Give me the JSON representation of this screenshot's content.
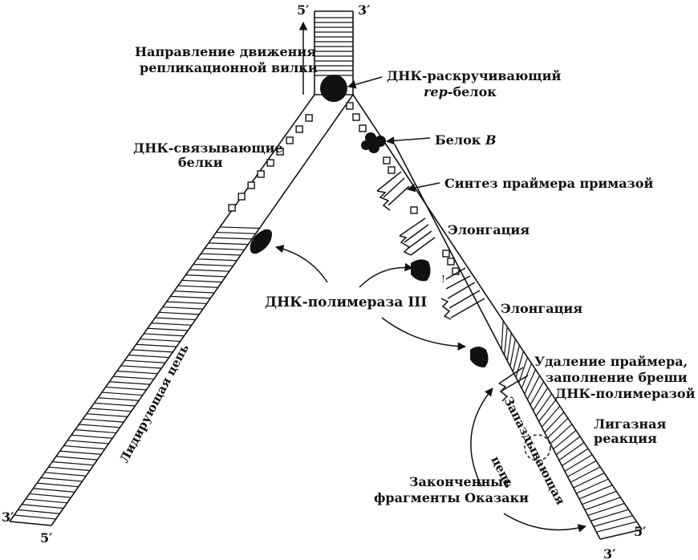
{
  "strand_ends": {
    "top_left": "5′",
    "top_right": "3′",
    "bottom_left_3": "3′",
    "bottom_left_5": "5′",
    "bottom_right_5": "5′",
    "bottom_right_3": "3′"
  },
  "labels": {
    "fork_direction_line1": "Направление движения",
    "fork_direction_line2": "репликационной вилки",
    "rep_protein_line1": "ДНК-раскручивающий",
    "rep_protein_italic": "rep",
    "rep_protein_line2_rest": "-белок",
    "protein_b": "Белок ",
    "protein_b_letter": "B",
    "ssb_line1": "ДНК-связывающие",
    "ssb_line2": "белки",
    "primer_synthesis": "Синтез праймера примазой",
    "elongation_1": "Элонгация",
    "elongation_2": "Элонгация",
    "polymerase_iii": "ДНК-полимераза III",
    "primer_removal_line1": "Удаление праймера,",
    "primer_removal_line2": "заполнение бреши",
    "primer_removal_line3": "ДНК-полимеразой I",
    "ligase_line1": "Лигазная",
    "ligase_line2": "реакция",
    "leading_strand": "Лидирующая цепь",
    "lagging_strand_line1": "Запаздывающая",
    "lagging_strand_line2": "цепь",
    "okazaki_line1": "Законченные",
    "okazaki_line2": "фрагменты Оказаки"
  }
}
